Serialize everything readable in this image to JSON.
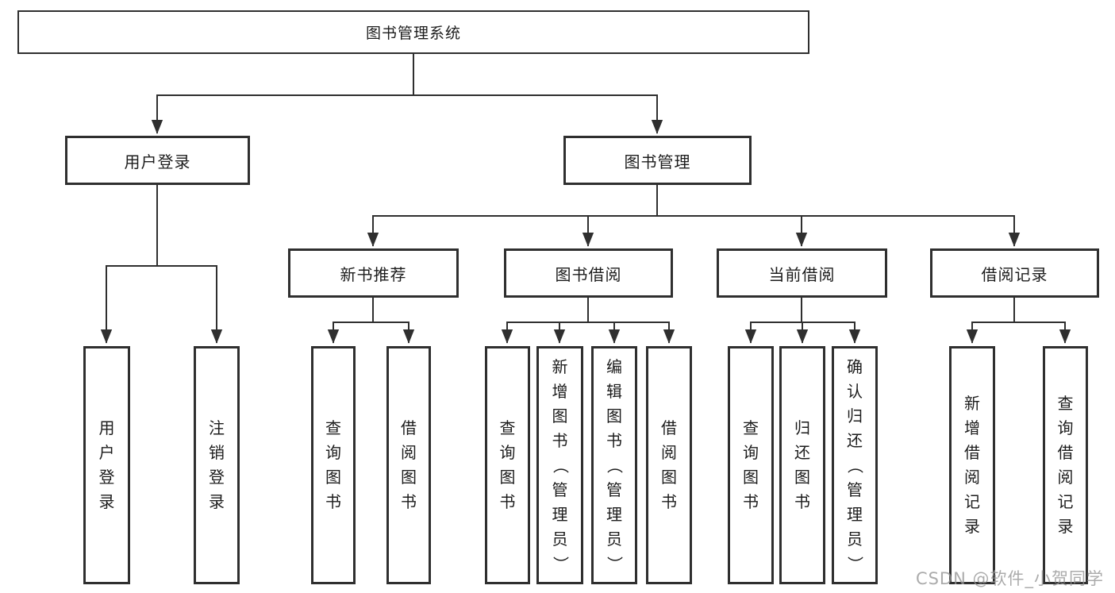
{
  "diagram_title": "图书管理系统",
  "watermark": "CSDN @软件_小贺同学",
  "colors": {
    "background": "#ffffff",
    "line": "#333333",
    "box_border": "#2f2f2f",
    "text": "#1c1c1c",
    "watermark": "#969696"
  },
  "nodes": {
    "root": "图书管理系统",
    "level2": [
      {
        "label": "用户登录",
        "parent": "图书管理系统"
      },
      {
        "label": "图书管理",
        "parent": "图书管理系统"
      }
    ],
    "level3": [
      {
        "label": "新书推荐",
        "parent": "图书管理"
      },
      {
        "label": "图书借阅",
        "parent": "图书管理"
      },
      {
        "label": "当前借阅",
        "parent": "图书管理"
      },
      {
        "label": "借阅记录",
        "parent": "图书管理"
      }
    ],
    "leaves": [
      {
        "label": "用户登录",
        "parent": "用户登录"
      },
      {
        "label": "注销登录",
        "parent": "用户登录"
      },
      {
        "label": "查询图书",
        "parent": "新书推荐"
      },
      {
        "label": "借阅图书",
        "parent": "新书推荐"
      },
      {
        "label": "查询图书",
        "parent": "图书借阅"
      },
      {
        "label": "新增图书（管理员）",
        "parent": "图书借阅"
      },
      {
        "label": "编辑图书（管理员）",
        "parent": "图书借阅"
      },
      {
        "label": "借阅图书",
        "parent": "图书借阅"
      },
      {
        "label": "查询图书",
        "parent": "当前借阅"
      },
      {
        "label": "归还图书",
        "parent": "当前借阅"
      },
      {
        "label": "确认归还（管理员）",
        "parent": "当前借阅"
      },
      {
        "label": "新增借阅记录",
        "parent": "借阅记录"
      },
      {
        "label": "查询借阅记录",
        "parent": "借阅记录"
      }
    ]
  }
}
